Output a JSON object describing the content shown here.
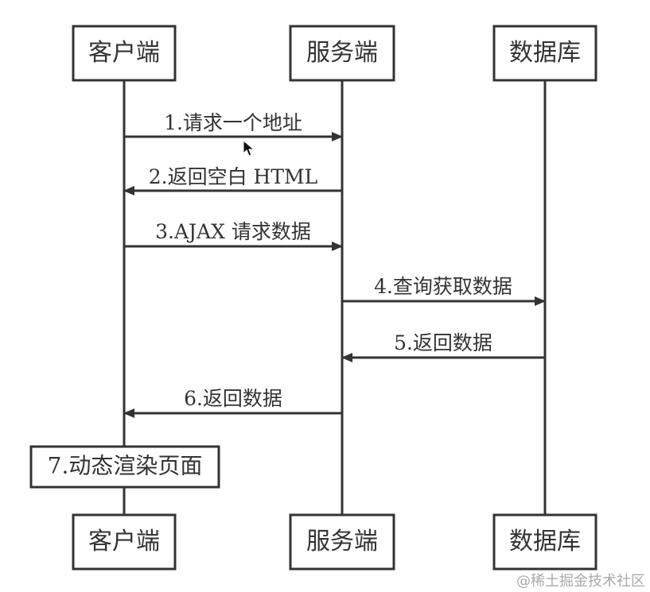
{
  "participants": {
    "client": {
      "label": "客户端"
    },
    "server": {
      "label": "服务端"
    },
    "database": {
      "label": "数据库"
    }
  },
  "messages": [
    {
      "label": "1.请求一个地址",
      "from": "client",
      "to": "server"
    },
    {
      "label": "2.返回空白 HTML",
      "from": "server",
      "to": "client"
    },
    {
      "label": "3.AJAX 请求数据",
      "from": "client",
      "to": "server"
    },
    {
      "label": "4.查询获取数据",
      "from": "server",
      "to": "database"
    },
    {
      "label": "5.返回数据",
      "from": "database",
      "to": "server"
    },
    {
      "label": "6.返回数据",
      "from": "server",
      "to": "client"
    }
  ],
  "note": {
    "label": "7.动态渲染页面",
    "on": "client"
  },
  "watermark": {
    "text": "@稀土掘金技术社区"
  },
  "colors": {
    "line": "#333333",
    "text": "#333333",
    "background": "#ffffff"
  },
  "icons": {
    "cursor": "mouse-pointer-icon"
  }
}
